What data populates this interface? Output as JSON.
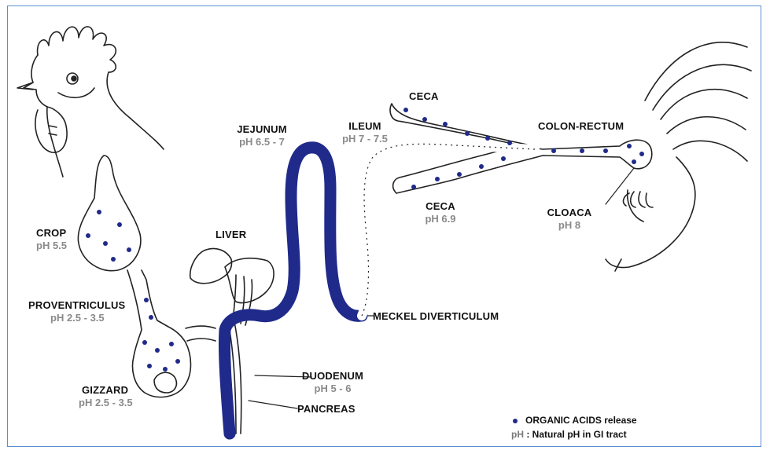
{
  "organs": {
    "crop": {
      "name": "CROP",
      "ph": "pH 5.5"
    },
    "proventriculus": {
      "name": "PROVENTRICULUS",
      "ph": "pH 2.5 - 3.5"
    },
    "gizzard": {
      "name": "GIZZARD",
      "ph": "pH 2.5 - 3.5"
    },
    "liver": {
      "name": "LIVER"
    },
    "jejunum": {
      "name": "JEJUNUM",
      "ph": "pH 6.5 - 7"
    },
    "ileum": {
      "name": "ILEUM",
      "ph": "pH 7 - 7.5"
    },
    "ceca_top": {
      "name": "CECA"
    },
    "ceca_bottom": {
      "name": "CECA",
      "ph": "pH 6.9"
    },
    "colon_rectum": {
      "name": "COLON-RECTUM"
    },
    "cloaca": {
      "name": "CLOACA",
      "ph": "pH 8"
    },
    "meckel": {
      "name": "MECKEL DIVERTICULUM"
    },
    "duodenum": {
      "name": "DUODENUM",
      "ph": "pH 5 - 6"
    },
    "pancreas": {
      "name": "PANCREAS"
    }
  },
  "legend": {
    "dot_text": "ORGANIC ACIDS release",
    "ph_key": "pH",
    "ph_text": " : Natural pH in GI tract"
  },
  "colors": {
    "intestine": "#1f2a8a",
    "dots": "#1f2a8a",
    "ph_text": "#8a8a8a",
    "frame": "#5b8fd0"
  }
}
